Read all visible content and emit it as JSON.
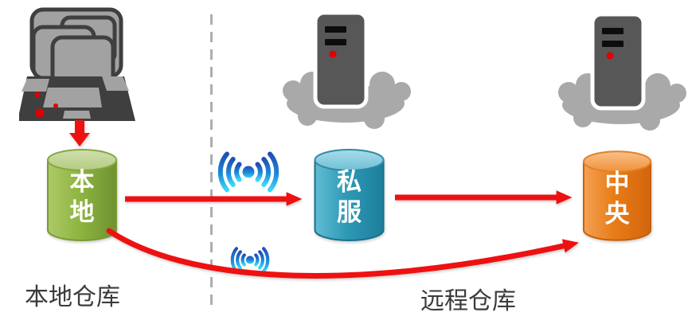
{
  "diagram": {
    "type": "repository-flow-diagram",
    "background": "#ffffff",
    "captions": {
      "local": "本地仓库",
      "remote": "远程仓库"
    },
    "nodes": [
      {
        "id": "local",
        "label": "本地",
        "shape": "cylinder",
        "color": "#8fb542"
      },
      {
        "id": "private-server",
        "label": "私服",
        "shape": "cylinder",
        "color": "#2f9ab6"
      },
      {
        "id": "central",
        "label": "中央",
        "shape": "cylinder",
        "color": "#e87d17"
      }
    ],
    "icons": {
      "clients": "laptop-stack-icon",
      "private_host": "server-in-cloud-icon",
      "central_host": "server-in-cloud-icon",
      "wireless_upper": "wifi-signal-icon",
      "wireless_lower": "wifi-signal-icon"
    },
    "connections": [
      {
        "from": "clients",
        "to": "local",
        "style": "red-arrow-down"
      },
      {
        "from": "local",
        "to": "private-server",
        "style": "red-arrow-right"
      },
      {
        "from": "private-server",
        "to": "central",
        "style": "red-arrow-right"
      },
      {
        "from": "local",
        "to": "central",
        "style": "red-arrow-curved"
      }
    ],
    "divider": {
      "orientation": "vertical-dashed",
      "color": "#adadad"
    },
    "colors": {
      "arrow": "#ee1111",
      "wifi_top": "#1f4fb4",
      "wifi_bottom": "#3cd6f8",
      "cloud": "#a9a9a9",
      "server_tower": "#575757",
      "caption_text": "#3b3b3b",
      "laptop_fill": "#a2a2a2",
      "laptop_stroke": "#3f3f3f"
    }
  }
}
